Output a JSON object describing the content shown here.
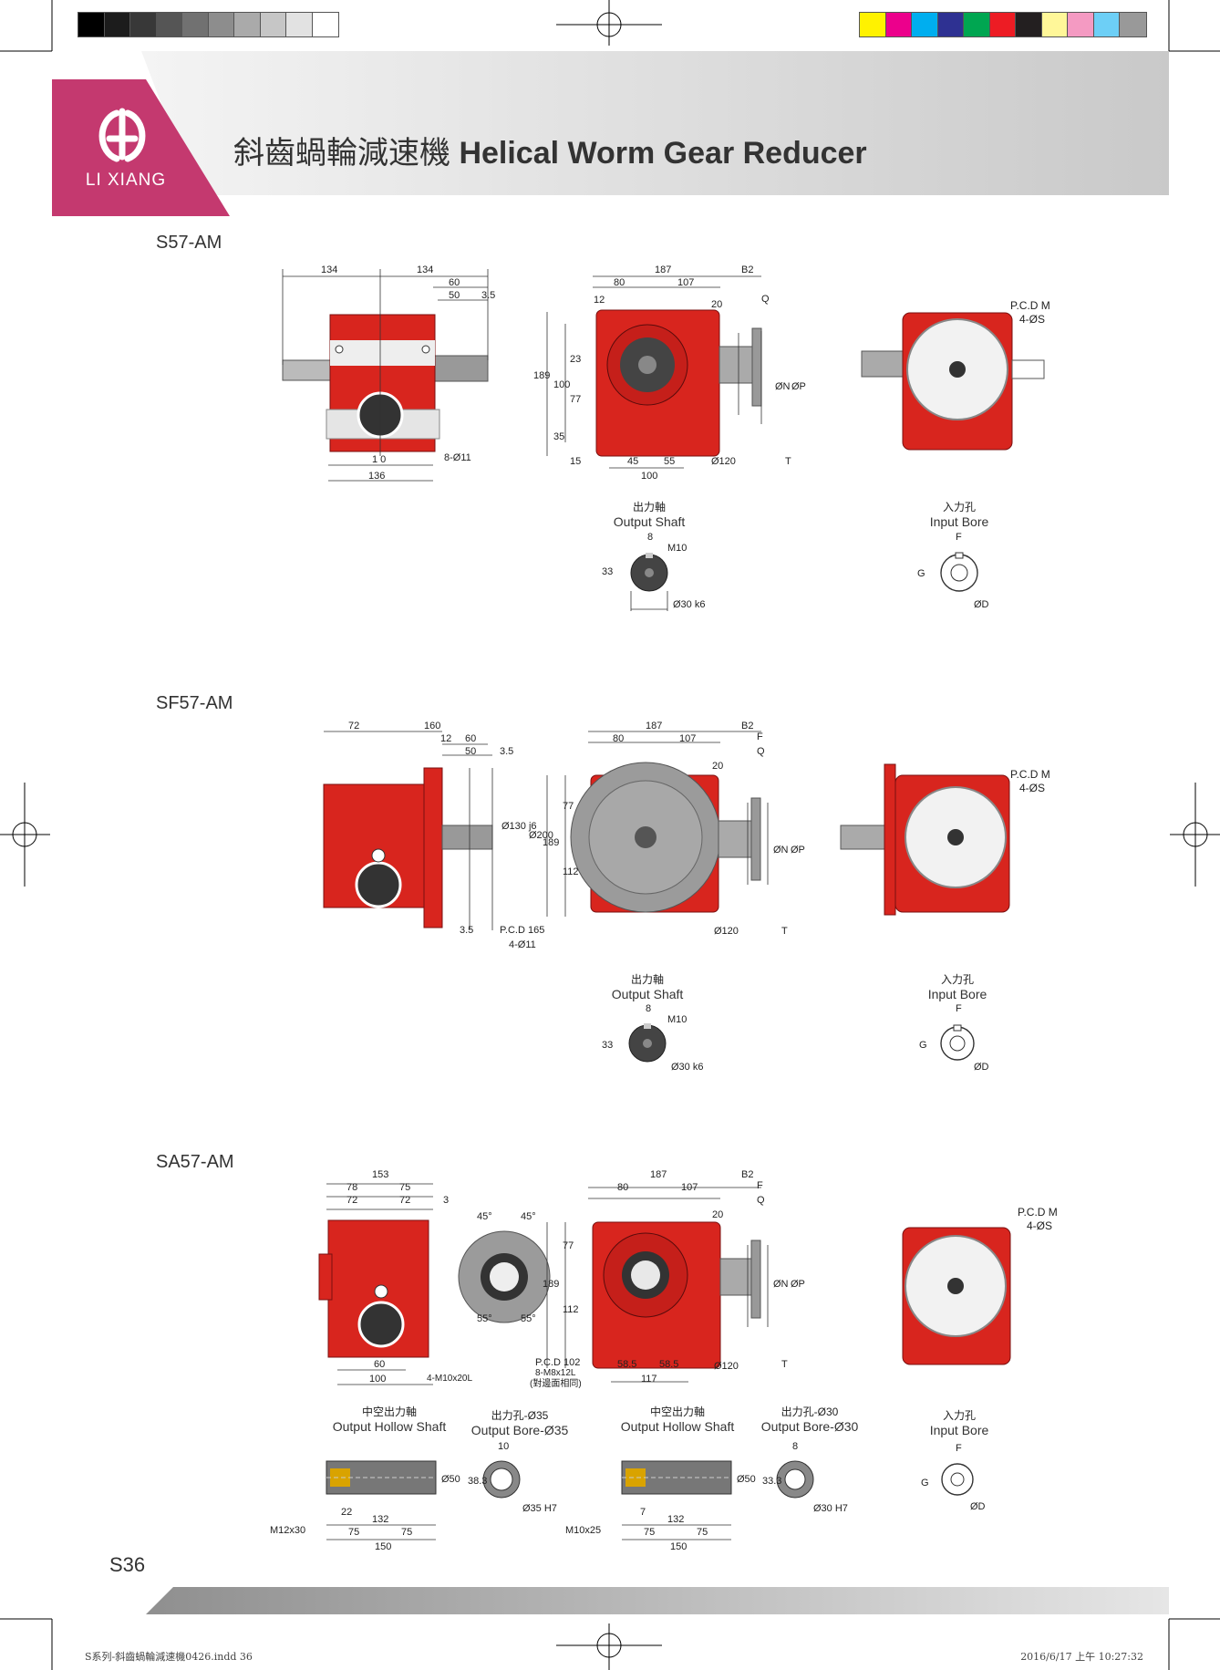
{
  "brand": {
    "name": "LI XIANG",
    "color": "#c4396f"
  },
  "title": {
    "zh": "斜齒蝸輪減速機",
    "en": "Helical Worm Gear Reducer"
  },
  "color_bar_gray": [
    "#000000",
    "#1c1c1c",
    "#383838",
    "#555555",
    "#717171",
    "#8d8d8d",
    "#aaaaaa",
    "#c6c6c6",
    "#e2e2e2",
    "#ffffff"
  ],
  "color_bar_color": [
    "#fff200",
    "#ec008c",
    "#00aeef",
    "#2e3192",
    "#00a651",
    "#ed1c24",
    "#231f20",
    "#fff799",
    "#f49ac2",
    "#6dcff6",
    "#999999"
  ],
  "sections": [
    {
      "label": "S57-AM",
      "front_dims": [
        "134",
        "134",
        "60",
        "50",
        "3.5",
        "1 0",
        "136",
        "8-Ø11"
      ],
      "side_dims": [
        "187",
        "80",
        "107",
        "B2",
        "12",
        "20",
        "Q",
        "189",
        "100",
        "77",
        "23",
        "35",
        "15",
        "45",
        "55",
        "100",
        "Ø120",
        "ØN",
        "ØP",
        "T"
      ],
      "motor_dims": [
        "P.C.D M",
        "4-ØS"
      ],
      "shaft_caption": {
        "zh": "出力軸",
        "en": "Output Shaft"
      },
      "shaft_dims": [
        "8",
        "M10",
        "33",
        "Ø30 k6"
      ],
      "bore_caption": {
        "zh": "入力孔",
        "en": "Input Bore"
      },
      "bore_dims": [
        "F",
        "G",
        "ØD"
      ]
    },
    {
      "label": "SF57-AM",
      "front_dims": [
        "72",
        "160",
        "12",
        "60",
        "50",
        "3.5",
        "Ø130 j6",
        "Ø200",
        "3.5",
        "P.C.D 165",
        "4-Ø11"
      ],
      "side_dims": [
        "187",
        "80",
        "107",
        "B2",
        "F",
        "Q",
        "20",
        "77",
        "189",
        "112",
        "Ø120",
        "ØN",
        "ØP",
        "T"
      ],
      "motor_dims": [
        "P.C.D M",
        "4-ØS"
      ],
      "shaft_caption": {
        "zh": "出力軸",
        "en": "Output Shaft"
      },
      "shaft_dims": [
        "8",
        "M10",
        "33",
        "Ø30 k6"
      ],
      "bore_caption": {
        "zh": "入力孔",
        "en": "Input Bore"
      },
      "bore_dims": [
        "F",
        "G",
        "ØD"
      ]
    },
    {
      "label": "SA57-AM",
      "front_dims": [
        "153",
        "78",
        "75",
        "72",
        "72",
        "3",
        "60",
        "100",
        "4-M10x20L"
      ],
      "flange_dims": [
        "45°",
        "45°",
        "55°",
        "55°",
        "P.C.D 102",
        "8-M8x12L",
        "(對邊面相同)"
      ],
      "side_dims": [
        "187",
        "80",
        "107",
        "B2",
        "F",
        "Q",
        "20",
        "77",
        "189",
        "112",
        "58.5",
        "58.5",
        "117",
        "Ø120",
        "ØN",
        "ØP",
        "T"
      ],
      "motor_dims": [
        "P.C.D M",
        "4-ØS"
      ],
      "bottom_captions": [
        {
          "zh": "中空出力軸",
          "en": "Output Hollow Shaft"
        },
        {
          "zh": "出力孔-Ø35",
          "en": "Output Bore-Ø35"
        },
        {
          "zh": "中空出力軸",
          "en": "Output Hollow Shaft"
        },
        {
          "zh": "出力孔-Ø30",
          "en": "Output Bore-Ø30"
        },
        {
          "zh": "入力孔",
          "en": "Input Bore"
        }
      ],
      "hollow_shaft1_dims": [
        "M12x30",
        "22",
        "132",
        "75",
        "75",
        "150",
        "Ø50"
      ],
      "bore35_dims": [
        "10",
        "38.3",
        "Ø35 H7"
      ],
      "hollow_shaft2_dims": [
        "M10x25",
        "7",
        "132",
        "75",
        "75",
        "150",
        "Ø50"
      ],
      "bore30_dims": [
        "8",
        "33.3",
        "Ø30 H7"
      ],
      "bore_dims": [
        "F",
        "G",
        "ØD"
      ]
    }
  ],
  "page_number": "S36",
  "footer": {
    "left": "S系列-斜齒蝸輪減速機0426.indd   36",
    "right": "2016/6/17   上午 10:27:32"
  }
}
